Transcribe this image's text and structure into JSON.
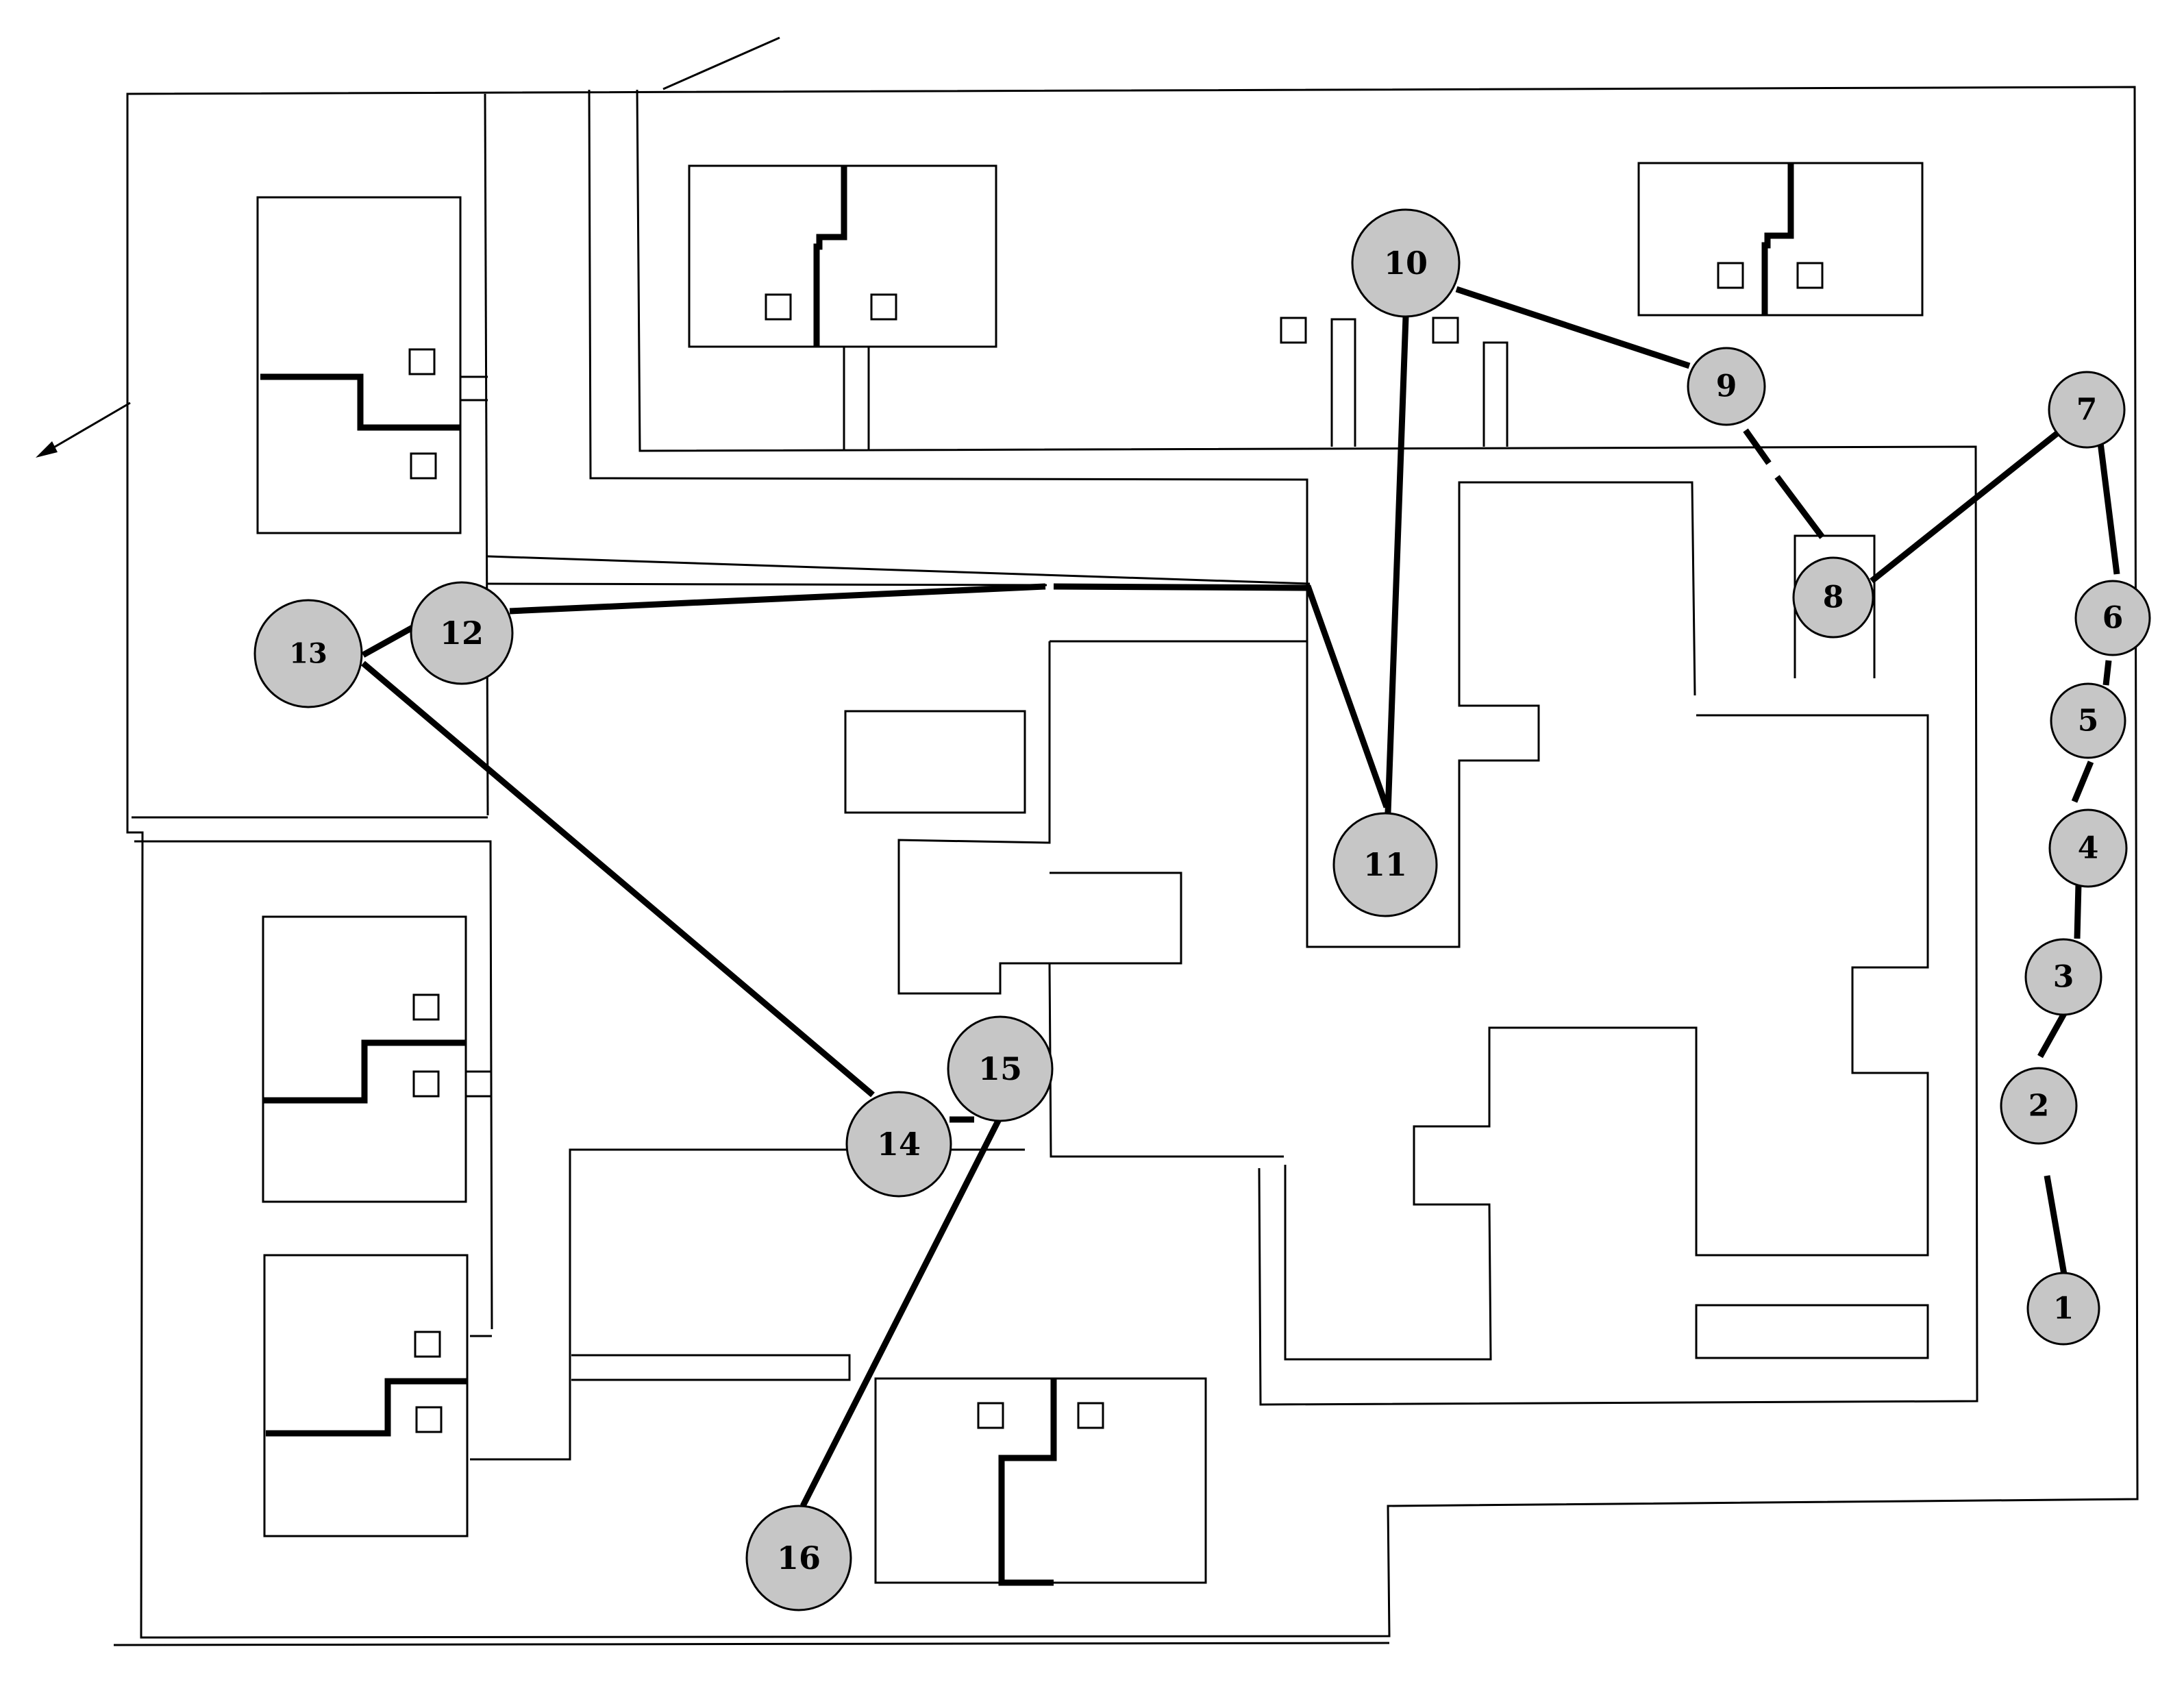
{
  "colors": {
    "background": "#ffffff",
    "ink": "#000000",
    "node_fill": "#c6c6c6"
  },
  "route": {
    "waypoints": [
      {
        "label": "1"
      },
      {
        "label": "2"
      },
      {
        "label": "3"
      },
      {
        "label": "4"
      },
      {
        "label": "5"
      },
      {
        "label": "6"
      },
      {
        "label": "7"
      },
      {
        "label": "8"
      },
      {
        "label": "9"
      },
      {
        "label": "10"
      },
      {
        "label": "11"
      },
      {
        "label": "12"
      },
      {
        "label": "13"
      },
      {
        "label": "14"
      },
      {
        "label": "15"
      },
      {
        "label": "16"
      }
    ]
  }
}
